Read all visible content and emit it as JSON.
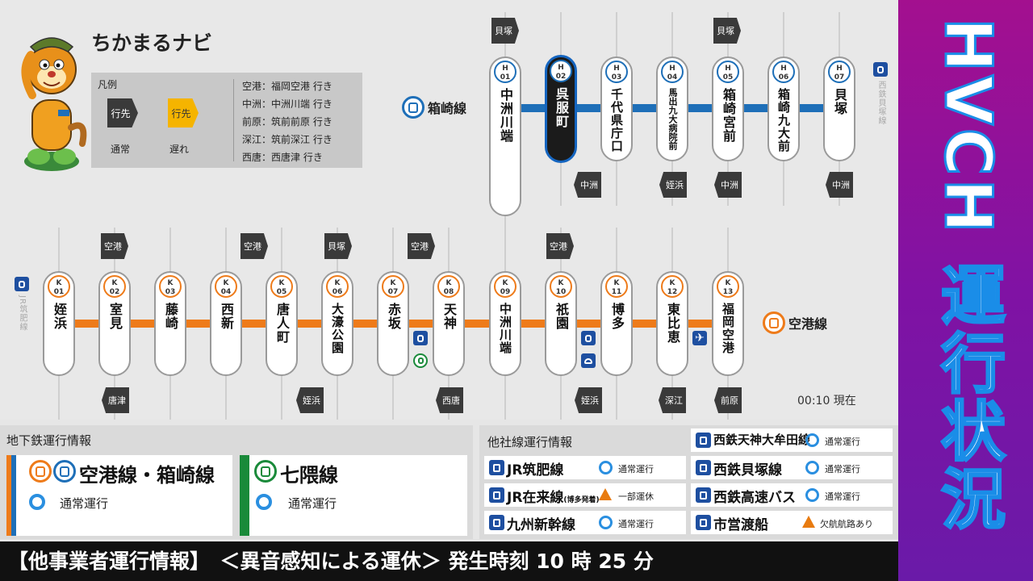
{
  "app_title": "ちかまるナビ",
  "legend": {
    "title": "凡例",
    "normal_arrow": "行先",
    "normal_label": "通常",
    "delay_arrow": "行先",
    "delay_label": "遅れ",
    "destinations": [
      "空港：福岡空港 行き",
      "中洲：中洲川端 行き",
      "前原：筑前前原 行き",
      "深江：筑前深江 行き",
      "西唐：西唐津 行き"
    ],
    "colors": {
      "normal": "#3a3a3a",
      "delay": "#f5b400"
    }
  },
  "hakozaki_line": {
    "label": "箱崎線",
    "color": "#1e6fb8",
    "stations": [
      {
        "code": "H",
        "num": "01",
        "name": "中洲川端"
      },
      {
        "code": "H",
        "num": "02",
        "name": "呉服町",
        "current": true
      },
      {
        "code": "H",
        "num": "03",
        "name": "千代県庁口"
      },
      {
        "code": "H",
        "num": "04",
        "name": "馬出九大病院前"
      },
      {
        "code": "H",
        "num": "05",
        "name": "箱崎宮前"
      },
      {
        "code": "H",
        "num": "06",
        "name": "箱崎九大前"
      },
      {
        "code": "H",
        "num": "07",
        "name": "貝塚"
      }
    ],
    "transfer_label": "西鉄貝塚線",
    "trains_up": [
      "貝塚",
      "貝塚"
    ],
    "trains_down": [
      "中洲",
      "姪浜",
      "中洲",
      "中洲"
    ]
  },
  "kuko_line": {
    "label": "空港線",
    "color": "#ee7b1a",
    "stations": [
      {
        "code": "K",
        "num": "01",
        "name": "姪浜"
      },
      {
        "code": "K",
        "num": "02",
        "name": "室見"
      },
      {
        "code": "K",
        "num": "03",
        "name": "藤崎"
      },
      {
        "code": "K",
        "num": "04",
        "name": "西新"
      },
      {
        "code": "K",
        "num": "05",
        "name": "唐人町"
      },
      {
        "code": "K",
        "num": "06",
        "name": "大濠公園"
      },
      {
        "code": "K",
        "num": "07",
        "name": "赤坂"
      },
      {
        "code": "K",
        "num": "08",
        "name": "天神"
      },
      {
        "code": "K",
        "num": "09",
        "name": "中洲川端"
      },
      {
        "code": "K",
        "num": "10",
        "name": "祇園"
      },
      {
        "code": "K",
        "num": "11",
        "name": "博多"
      },
      {
        "code": "K",
        "num": "12",
        "name": "東比恵"
      },
      {
        "code": "K",
        "num": "13",
        "name": "福岡空港"
      }
    ],
    "transfer_label": "JR筑肥線",
    "trains_up": [
      "空港",
      "空港",
      "貝塚",
      "空港",
      "空港"
    ],
    "trains_down": [
      "唐津",
      "姪浜",
      "西唐",
      "姪浜",
      "深江",
      "前原"
    ]
  },
  "time_now": "00:10 現在",
  "subway_panel": {
    "title": "地下鉄運行情報",
    "cards": [
      {
        "line": "空港線・箱崎線",
        "status": "通常運行"
      },
      {
        "line": "七隈線",
        "status": "通常運行"
      }
    ]
  },
  "other_panel": {
    "title": "他社線運行情報",
    "items": [
      {
        "name": "西鉄天神大牟田線",
        "note": "",
        "status": "通常運行",
        "type": "normal"
      },
      {
        "name": "JR筑肥線",
        "note": "",
        "status": "通常運行",
        "type": "normal"
      },
      {
        "name": "西鉄貝塚線",
        "note": "",
        "status": "通常運行",
        "type": "normal"
      },
      {
        "name": "JR在来線",
        "note": "(博多発着)",
        "status": "一部運休",
        "type": "partial"
      },
      {
        "name": "西鉄高速バス",
        "note": "",
        "status": "通常運行",
        "type": "normal"
      },
      {
        "name": "九州新幹線",
        "note": "",
        "status": "通常運行",
        "type": "normal"
      },
      {
        "name": "市営渡船",
        "note": "",
        "status": "欠航航路あり",
        "type": "partial"
      }
    ]
  },
  "ticker": "【他事業者運行情報】　＜異音感知による運休＞ 発生時刻 10 時 25 分",
  "side_banner": "HVCH 運行状況"
}
